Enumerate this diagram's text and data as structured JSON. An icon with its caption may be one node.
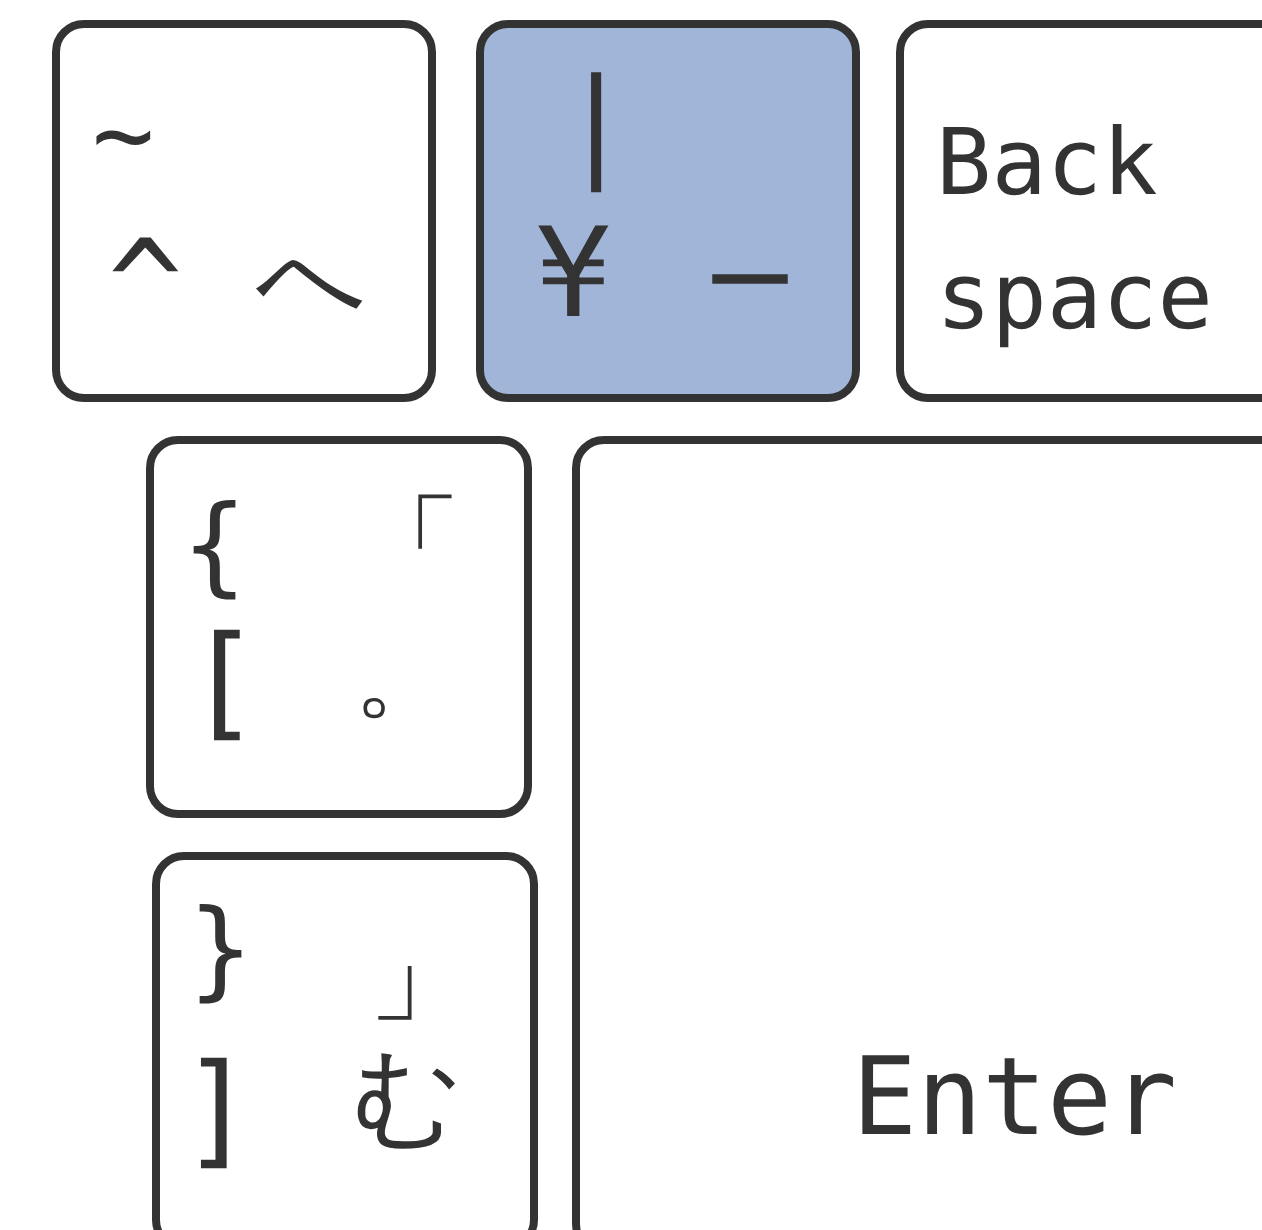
{
  "diagram": {
    "nodes": [
      {
        "text": [
          "~",
          "^",
          "へ"
        ]
      },
      {
        "text": [
          "|",
          "¥",
          "ー"
        ]
      },
      {
        "text": [
          "Back space"
        ]
      },
      {
        "text": [
          "{",
          "「",
          "[",
          "。"
        ]
      },
      {
        "text": [
          "}",
          "」",
          "]",
          "む"
        ]
      },
      {
        "text": [
          "Enter"
        ]
      }
    ]
  }
}
